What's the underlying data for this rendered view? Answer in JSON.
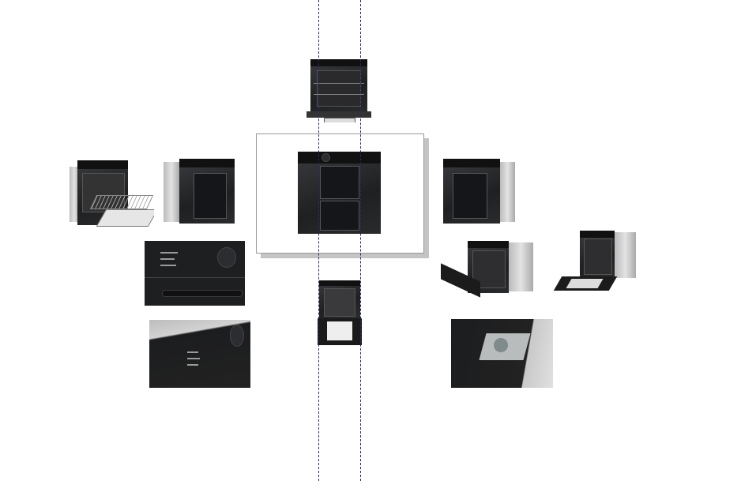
{
  "colors": {
    "guide_line": "#2a2a6a",
    "frame_border": "#999999",
    "frame_shadow": "#c4c4c4",
    "oven_body": "#232426"
  },
  "images": [
    {
      "name": "oven-front-door-open-top"
    },
    {
      "name": "oven-front-selected"
    },
    {
      "name": "oven-open-racks-left"
    },
    {
      "name": "oven-angle-left"
    },
    {
      "name": "oven-angle-right"
    },
    {
      "name": "oven-control-panel-closeup"
    },
    {
      "name": "oven-control-panel-angle"
    },
    {
      "name": "oven-front-door-open-bottom"
    },
    {
      "name": "oven-open-angle-right"
    },
    {
      "name": "oven-open-angle-far-right"
    },
    {
      "name": "oven-water-tank-closeup"
    }
  ]
}
